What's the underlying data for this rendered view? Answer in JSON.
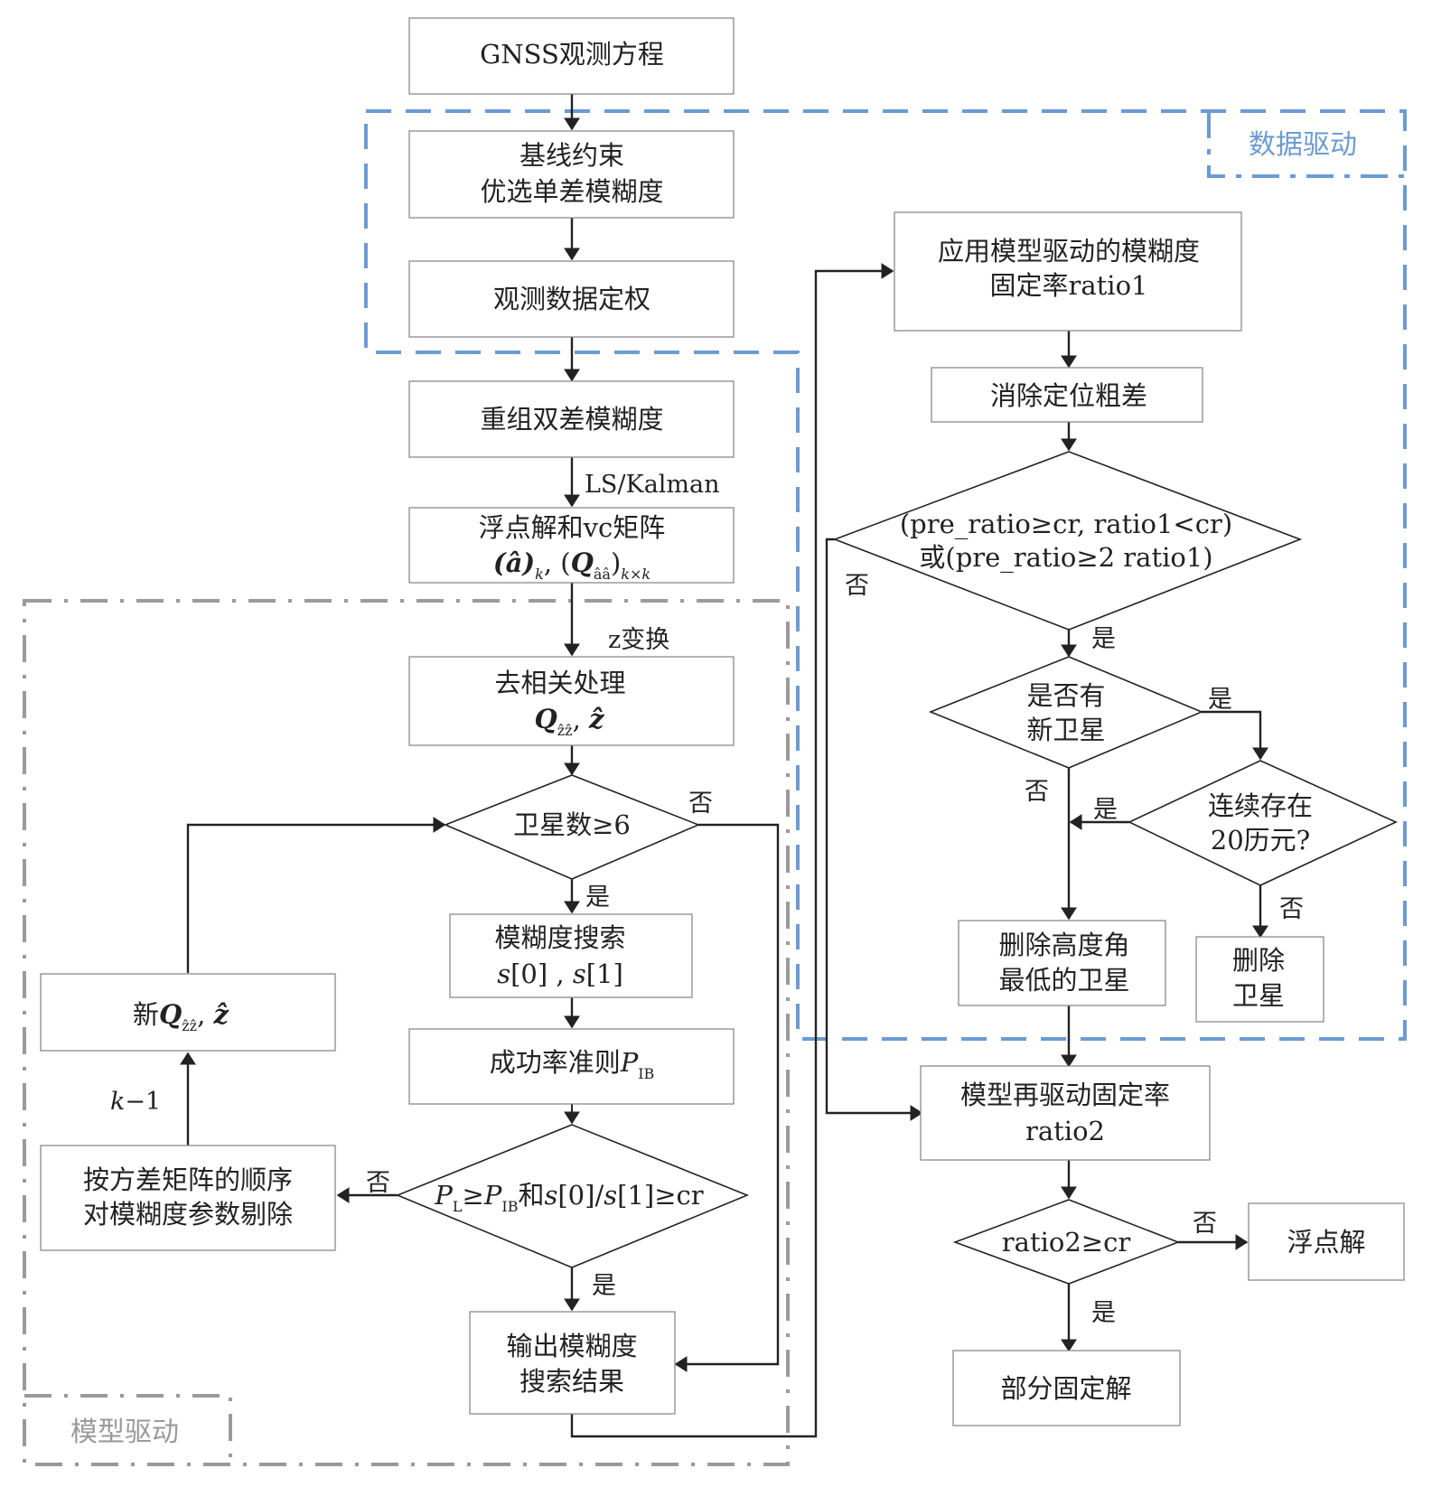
{
  "title": "GNSS partial ambiguity resolution flowchart (model-driven + data-driven)",
  "regions": {
    "data_driven": {
      "label": "数据驱动",
      "color": "#6b9bd2"
    },
    "model_driven": {
      "label": "模型驱动",
      "color": "#9a9a9a"
    }
  },
  "nodes": {
    "gnss_eq": {
      "line1": "GNSS观测方程"
    },
    "baseline": {
      "line1": "基线约束",
      "line2": "优选单差模糊度"
    },
    "weighting": {
      "line1": "观测数据定权"
    },
    "regroup": {
      "line1": "重组双差模糊度"
    },
    "float": {
      "line1": "浮点解和vc矩阵",
      "a_hat": "(â)",
      "k": "k",
      "sep": ", (",
      "Q": "Q",
      "aa": "ââ",
      "close": ")",
      "kxk": "k×k"
    },
    "decorr": {
      "line1": "去相关处理",
      "Q": "Q",
      "zz": "ẑẑ",
      "sep": ", ",
      "z": "ẑ"
    },
    "sat_check": {
      "line1": "卫星数≥6"
    },
    "search": {
      "line1": "模糊度搜索",
      "s0": "s",
      "b0": "[0] , ",
      "s1": "s",
      "b1": "[1]"
    },
    "success_rate": {
      "line1": "成功率准则",
      "P": "P",
      "IB": "IB"
    },
    "criterion": {
      "P": "P",
      "L": "L",
      "ge1": "≥",
      "P2": "P",
      "IB": "IB",
      "and": "和",
      "s0": "s",
      "b0": "[0]/",
      "s1": "s",
      "b1": "[1]≥cr"
    },
    "output": {
      "line1": "输出模糊度",
      "line2": "搜索结果"
    },
    "eliminate": {
      "line1": "按方差矩阵的顺序",
      "line2": "对模糊度参数剔除"
    },
    "new_q": {
      "prefix": "新",
      "Q": "Q",
      "zz": "ẑẑ",
      "sep": ", ",
      "z": "ẑ"
    },
    "apply_model": {
      "line1": "应用模型驱动的模糊度",
      "line2": "固定率ratio1"
    },
    "remove_outlier": {
      "line1": "消除定位粗差"
    },
    "ratio_check": {
      "line1": "(pre_ratio≥cr, ratio1<cr)",
      "line2": "或(pre_ratio≥2 ratio1)"
    },
    "new_sat": {
      "line1": "是否有",
      "line2": "新卫星"
    },
    "epochs": {
      "line1": "连续存在",
      "line2": "20历元?"
    },
    "delete_low": {
      "line1": "删除高度角",
      "line2": "最低的卫星"
    },
    "delete_sat": {
      "line1": "删除",
      "line2": "卫星"
    },
    "redrive": {
      "line1": "模型再驱动固定率",
      "line2": "ratio2"
    },
    "ratio2_check": {
      "line1": "ratio2≥cr"
    },
    "float_sol": {
      "line1": "浮点解"
    },
    "partial_fix": {
      "line1": "部分固定解"
    }
  },
  "edge_labels": {
    "ls_kalman": "LS/Kalman",
    "z_transform": "z变换",
    "sat_no": "否",
    "sat_yes": "是",
    "crit_no": "否",
    "crit_yes": "是",
    "k_minus_1_k": "k",
    "k_minus_1_rest": "−1",
    "ratio_no": "否",
    "ratio_yes": "是",
    "newsat_yes": "是",
    "newsat_no": "否",
    "epochs_yes": "是",
    "epochs_no": "否",
    "ratio2_no": "否",
    "ratio2_yes": "是"
  }
}
